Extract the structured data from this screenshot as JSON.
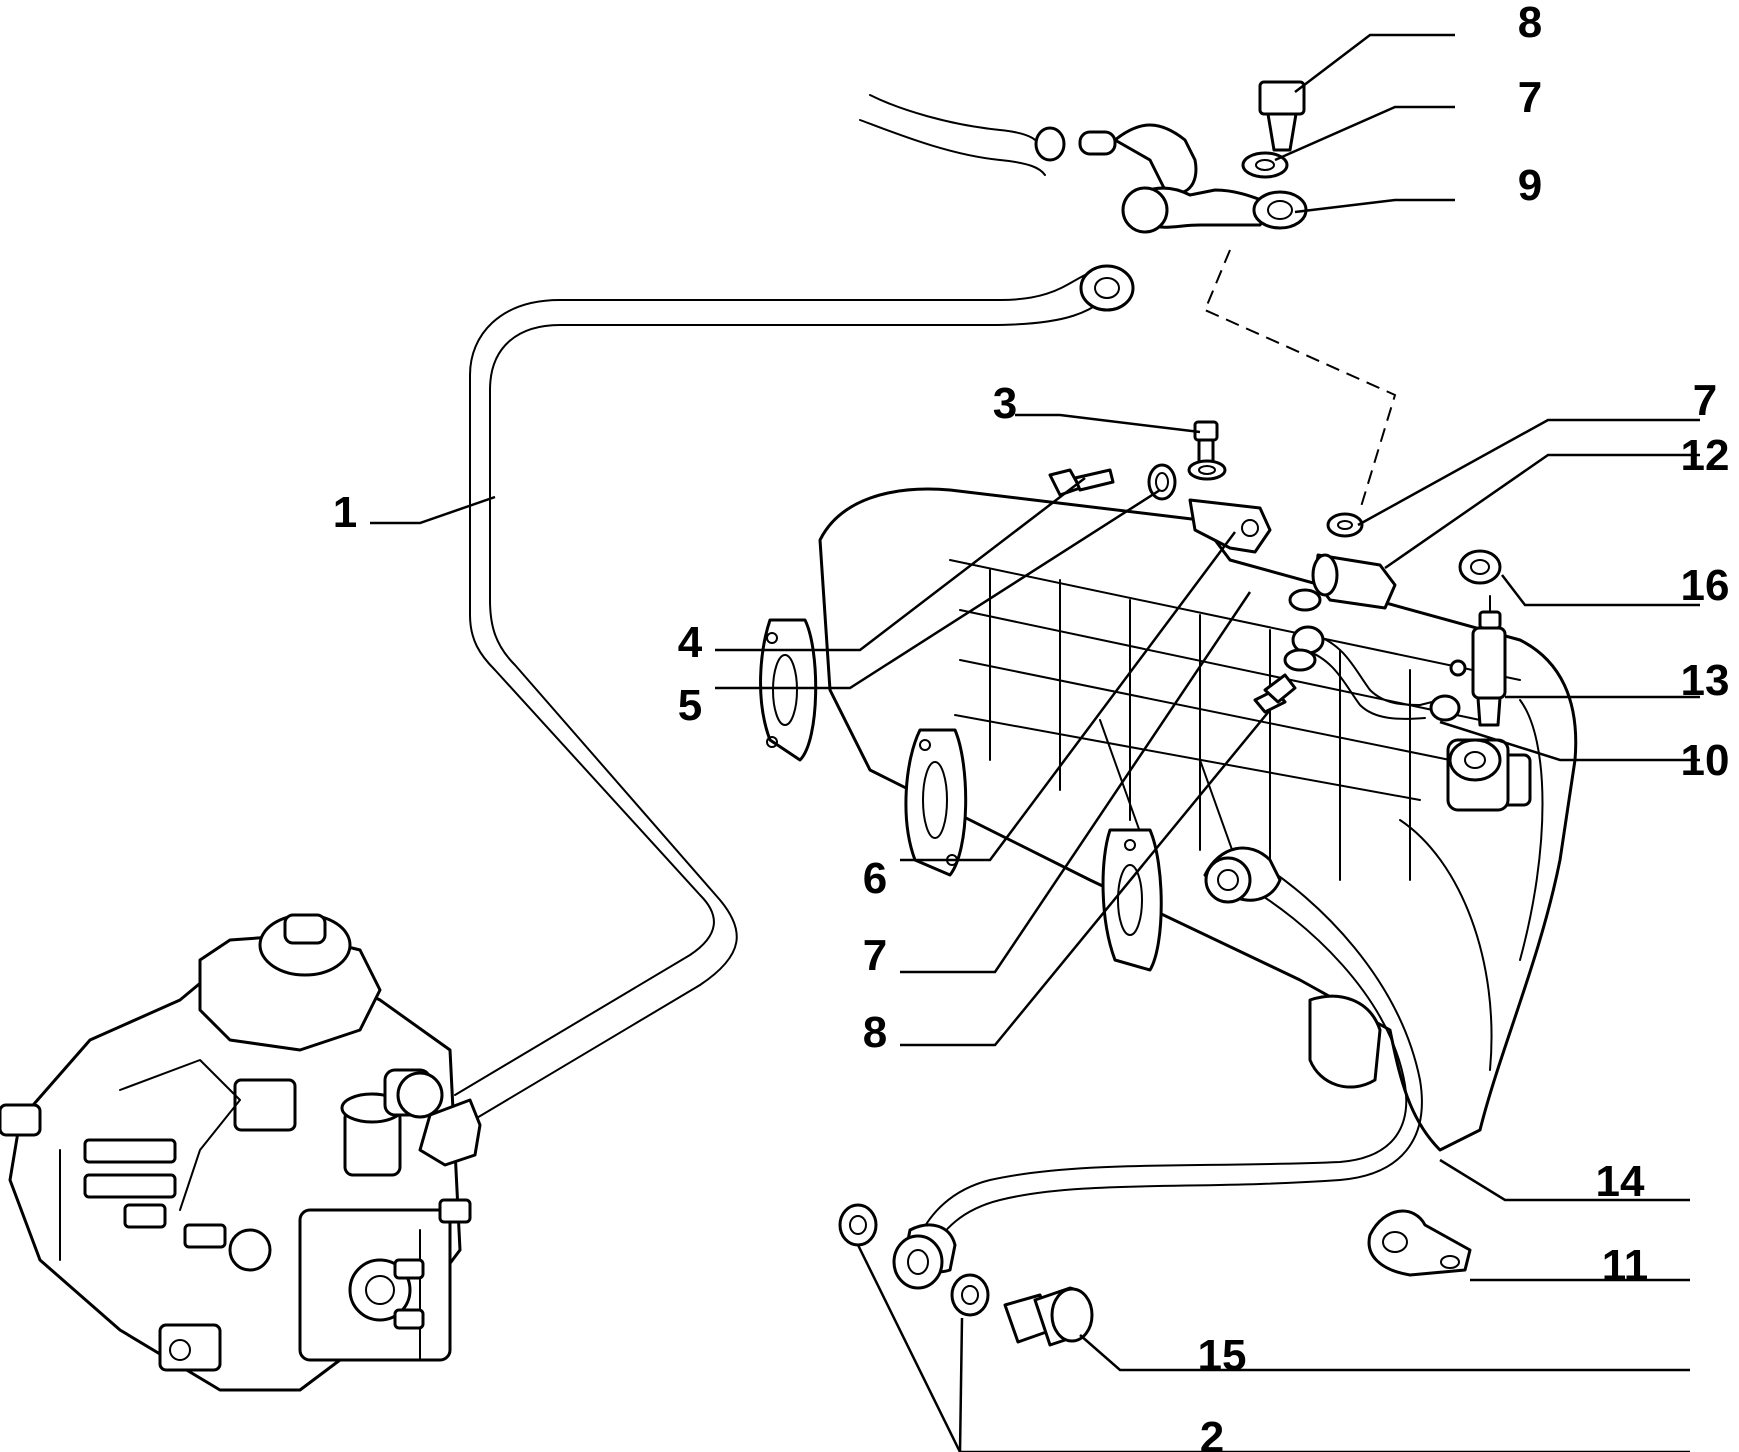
{
  "diagram": {
    "callouts": [
      {
        "id": "c1",
        "label": "1"
      },
      {
        "id": "c2",
        "label": "2"
      },
      {
        "id": "c3",
        "label": "3"
      },
      {
        "id": "c4",
        "label": "4"
      },
      {
        "id": "c5",
        "label": "5"
      },
      {
        "id": "c6",
        "label": "6"
      },
      {
        "id": "c7a",
        "label": "7"
      },
      {
        "id": "c7b",
        "label": "7"
      },
      {
        "id": "c7c",
        "label": "7"
      },
      {
        "id": "c8a",
        "label": "8"
      },
      {
        "id": "c8b",
        "label": "8"
      },
      {
        "id": "c9",
        "label": "9"
      },
      {
        "id": "c10",
        "label": "10"
      },
      {
        "id": "c11",
        "label": "11"
      },
      {
        "id": "c12",
        "label": "12"
      },
      {
        "id": "c13",
        "label": "13"
      },
      {
        "id": "c14",
        "label": "14"
      },
      {
        "id": "c15",
        "label": "15"
      },
      {
        "id": "c16",
        "label": "16"
      }
    ]
  }
}
